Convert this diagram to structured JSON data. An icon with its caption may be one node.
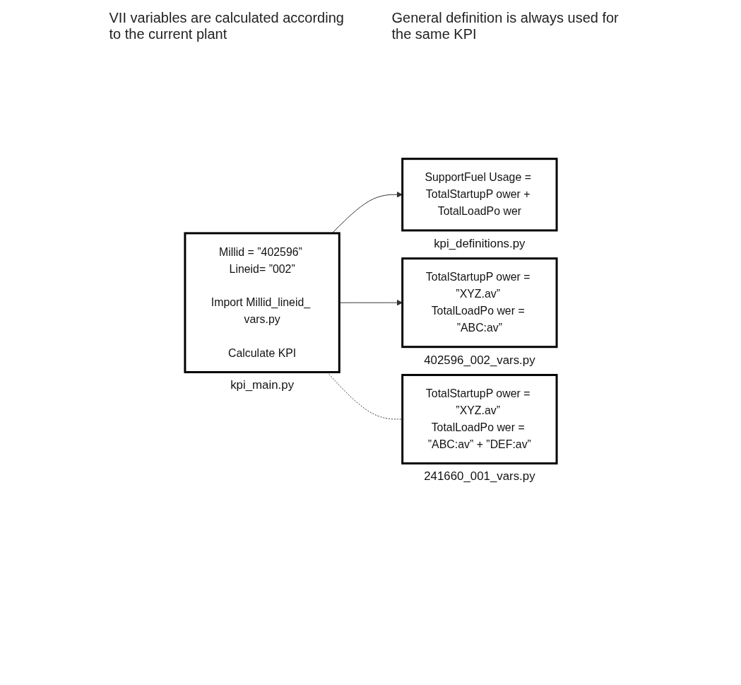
{
  "diagram": {
    "nodes": [
      {
        "text": [
          "SupportFuel Usage = TotalStartupP ower + TotalLoadPo wer"
        ],
        "beside": [
          "kpi_definitions.py"
        ]
      },
      {
        "text": [
          "Millid = ”402596” Lineid= ”002”",
          "Import Millid_lineid_ vars.py",
          "Calculate KPI"
        ],
        "beside": [
          "kpi_main.py"
        ]
      },
      {
        "text": [
          "TotalStartupP ower = ”XYZ.av” TotalLoadPo wer = ”ABC:av”"
        ],
        "beside": [
          "402596_002_vars.py"
        ]
      },
      {
        "text": [
          "TotalStartupP ower = ”XYZ.av” TotalLoadPo wer = ”ABC:av” + ”DEF:av”"
        ],
        "beside": [
          "241660_001_vars.py"
        ]
      }
    ],
    "edges": [
      {
        "from": 1,
        "to": 0,
        "arrow": "to"
      },
      {
        "from": 1,
        "to": 2,
        "arrow": "to"
      },
      {
        "from": 1,
        "to": 3,
        "arrow": "none",
        "style": "dashed"
      }
    ],
    "labels": [
      "VII variables are calculated according to the current plant",
      "General definition is always used for the same KPI"
    ]
  }
}
